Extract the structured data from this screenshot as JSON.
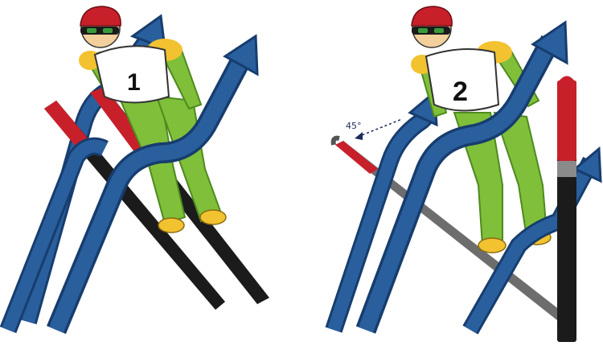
{
  "figures": [
    {
      "bib": "1",
      "angle_label": ""
    },
    {
      "bib": "2",
      "angle_label": "45°"
    }
  ],
  "colors": {
    "arrow_blue": "#2a5f9e",
    "arrow_blue_dark": "#173d6e",
    "suit_green": "#7fbf3a",
    "suit_green_dark": "#4f8a1f",
    "shoulder_yellow": "#f2c230",
    "helmet_red": "#c8202a",
    "ski_red": "#c8202a",
    "ski_black": "#1b1b1b",
    "skin": "#f3cf9b"
  },
  "icons": [
    "air-flow-arrow-icon",
    "ski-jumper-figure-icon",
    "angle-arrow-icon"
  ]
}
